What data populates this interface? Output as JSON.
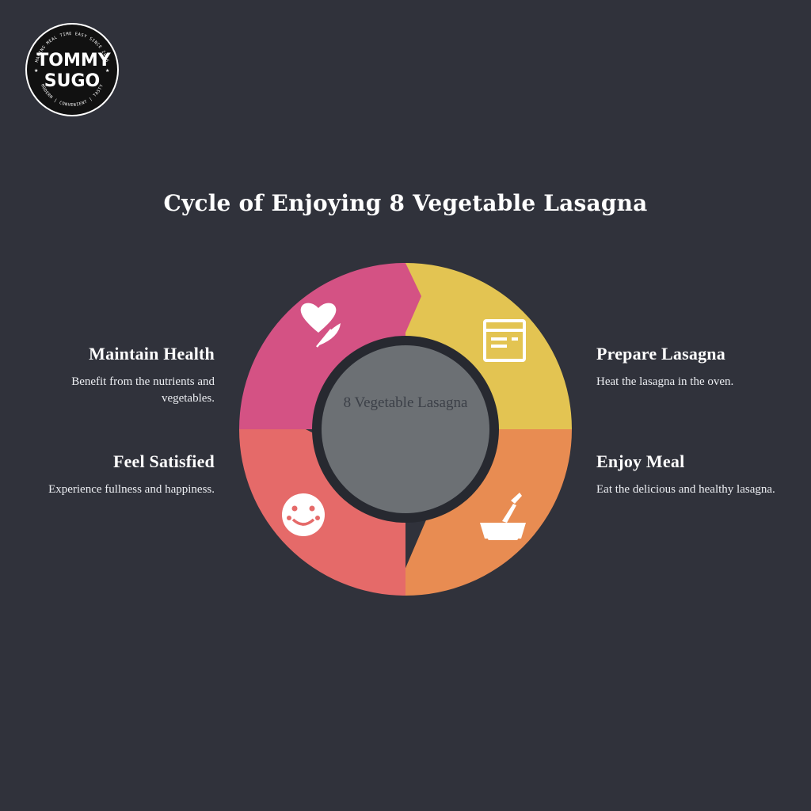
{
  "logo": {
    "line1": "TOMMY",
    "line2": "SUGO",
    "ring_top": "MAKING MEAL TIME EASY SINCE 2016",
    "ring_bottom": "MODERN | CONVENIENT | TASTY"
  },
  "title": "Cycle of Enjoying 8 Vegetable Lasagna",
  "center": "8 Vegetable Lasagna",
  "steps": {
    "prepare": {
      "title": "Prepare Lasagna",
      "desc": "Heat the lasagna in the oven.",
      "color": "#e3c452",
      "icon": "oven-icon"
    },
    "enjoy": {
      "title": "Enjoy Meal",
      "desc": "Eat the delicious and healthy lasagna.",
      "color": "#e88c52",
      "icon": "bowl-fork-icon"
    },
    "satisfied": {
      "title": "Feel Satisfied",
      "desc": "Experience fullness and happiness.",
      "color": "#e56a69",
      "icon": "happy-face-icon"
    },
    "maintain": {
      "title": "Maintain Health",
      "desc": "Benefit from the nutrients and vegetables.",
      "color": "#d45284",
      "icon": "heart-leaf-icon"
    }
  },
  "colors": {
    "background": "#30323b",
    "hub": "#6c7074",
    "hub_ring": "#272930"
  }
}
